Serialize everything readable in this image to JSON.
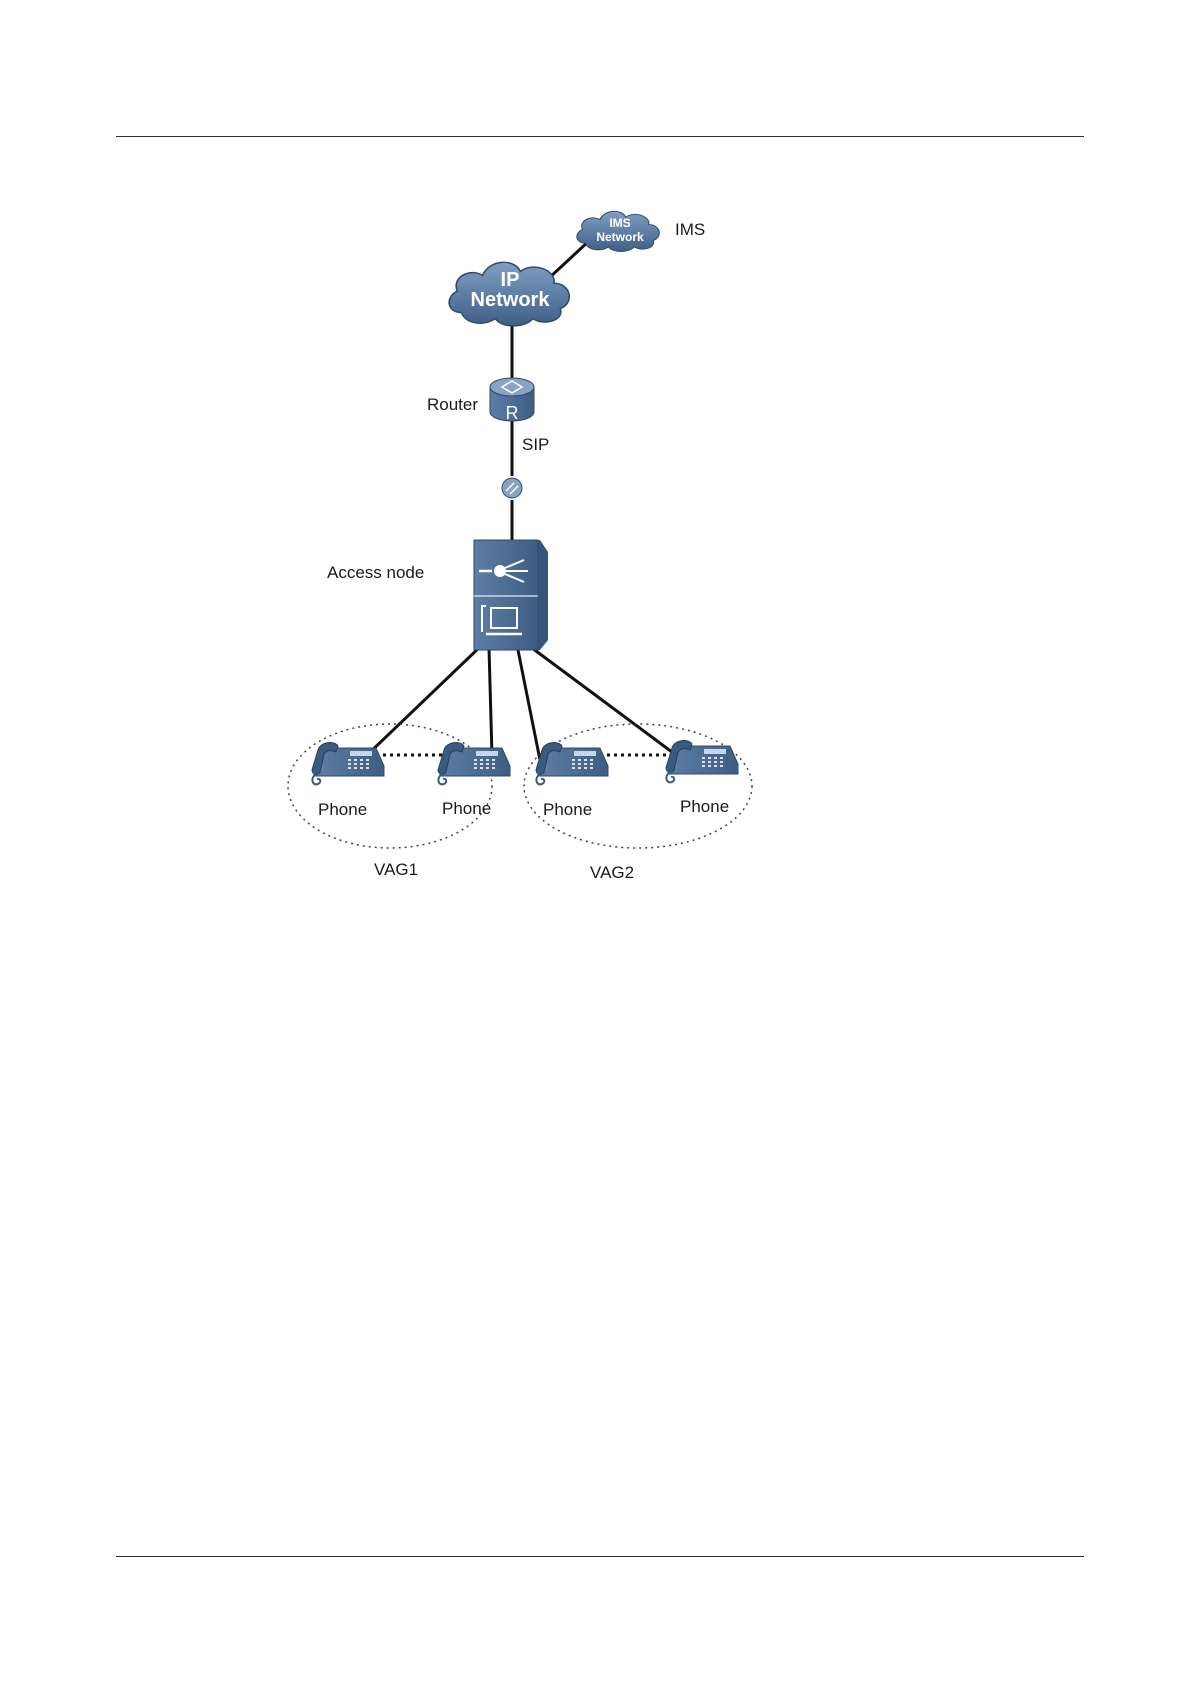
{
  "nodes": {
    "ims_cloud_text": [
      "IMS",
      "Network"
    ],
    "ims_label": "IMS",
    "ip_cloud_text": [
      "IP",
      "Network"
    ],
    "router_label": "Router",
    "router_glyph": "R",
    "sip_label": "SIP",
    "access_node_label": "Access node",
    "phones": [
      "Phone",
      "Phone",
      "Phone",
      "Phone"
    ],
    "groups": [
      "VAG1",
      "VAG2"
    ]
  },
  "icons": {
    "cloud": "cloud-icon",
    "router": "router-icon",
    "connector": "connector-icon",
    "access_node": "access-node-icon",
    "phone": "phone-icon"
  },
  "colors": {
    "device": "#4f6f95",
    "device_light": "#8aa3c1",
    "line": "#111111",
    "text": "#1a1a1a"
  }
}
